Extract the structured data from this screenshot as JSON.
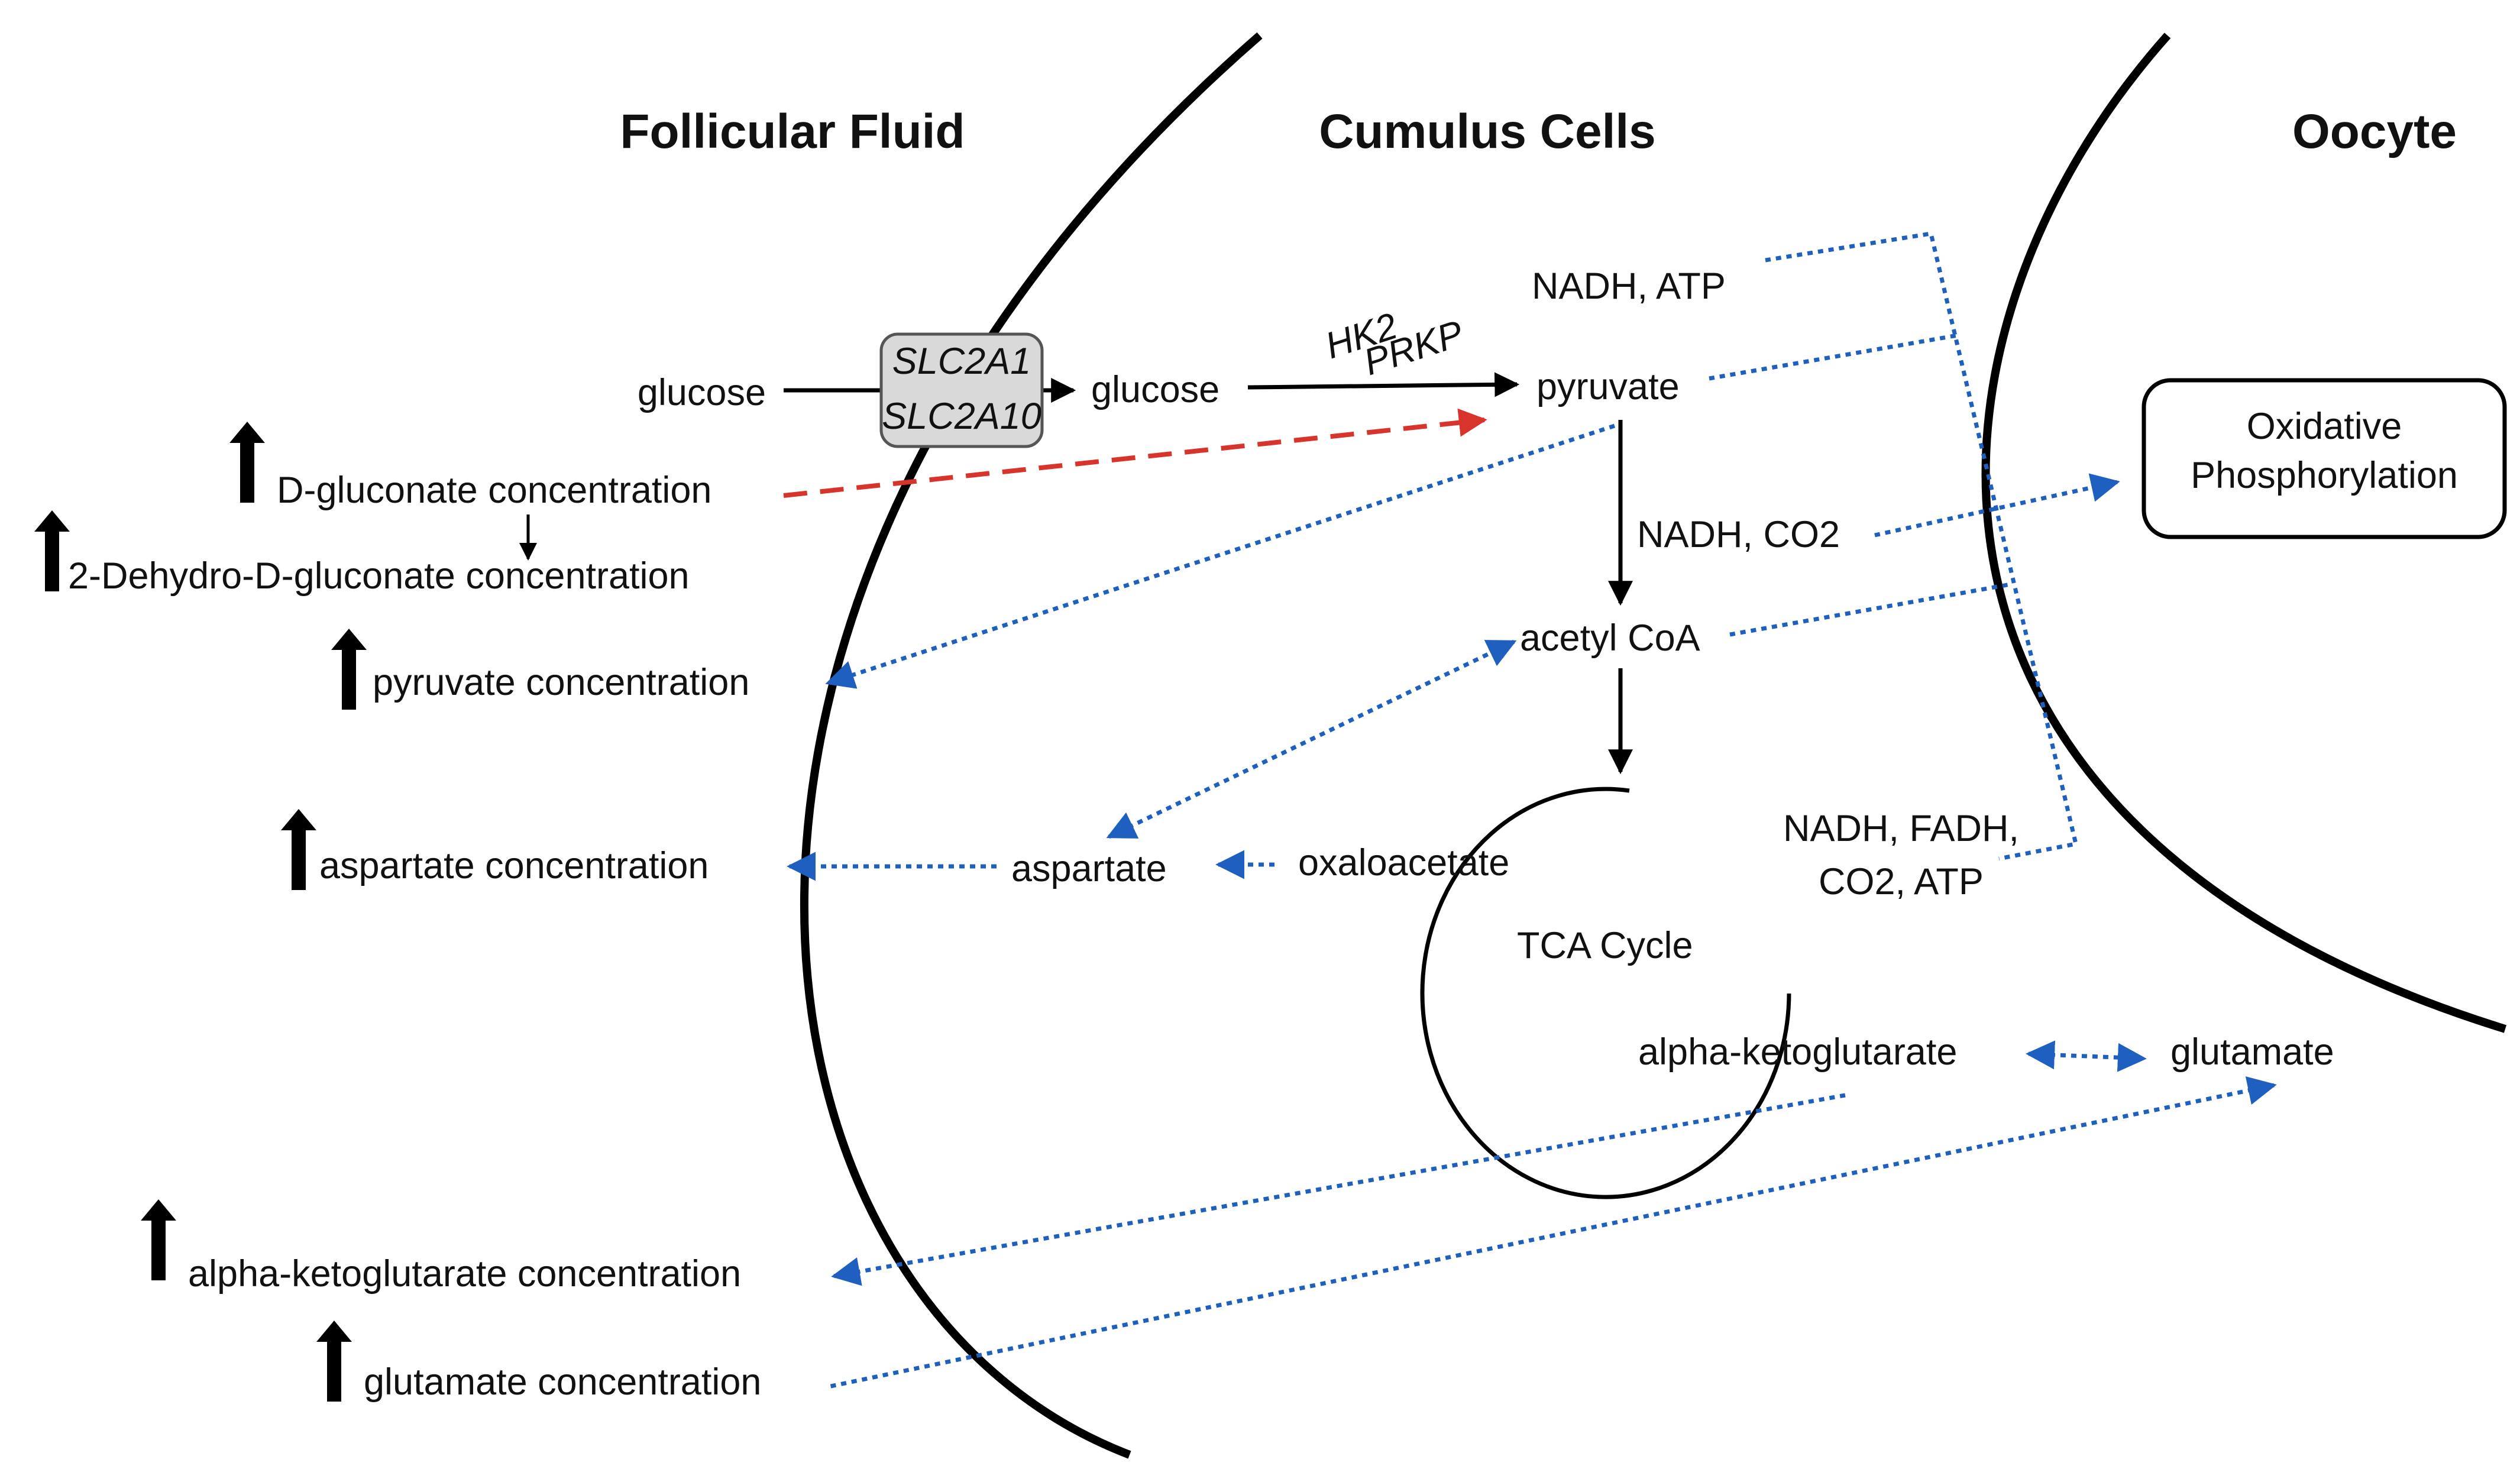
{
  "headers": {
    "follicular_fluid": "Follicular Fluid",
    "cumulus_cells": "Cumulus Cells",
    "oocyte": "Oocyte"
  },
  "transporters": {
    "slc2a1": "SLC2A1",
    "slc2a10": "SLC2A10"
  },
  "enzymes": {
    "hk2": "HK2",
    "prkp": "PRKP"
  },
  "follicular_fluid": {
    "glucose": "glucose",
    "d_gluconate": "D-gluconate concentration",
    "dehydro_gluconate": "2-Dehydro-D-gluconate concentration",
    "pyruvate_conc": "pyruvate concentration",
    "aspartate_conc": "aspartate concentration",
    "akg_conc": "alpha-ketoglutarate concentration",
    "glutamate_conc": "glutamate concentration"
  },
  "cumulus": {
    "glucose": "glucose",
    "nadh_atp": "NADH, ATP",
    "pyruvate": "pyruvate",
    "nadh_co2": "NADH, CO2",
    "acetyl_coa": "acetyl CoA",
    "aspartate": "aspartate",
    "oxaloacetate": "oxaloacetate",
    "tca_cycle": "TCA Cycle",
    "nadh_fadh": "NADH, FADH,",
    "co2_atp": "CO2, ATP",
    "akg": "alpha-ketoglutarate",
    "glutamate": "glutamate"
  },
  "oocyte": {
    "oxphos_line1": "Oxidative",
    "oxphos_line2": "Phosphorylation"
  },
  "colors": {
    "line": "#000000",
    "dotted_blue": "#1f5fbf",
    "dashed_red": "#d9342b",
    "transporter_fill": "#d9d9d9"
  },
  "icons": {
    "increase": "up-arrow-icon"
  }
}
